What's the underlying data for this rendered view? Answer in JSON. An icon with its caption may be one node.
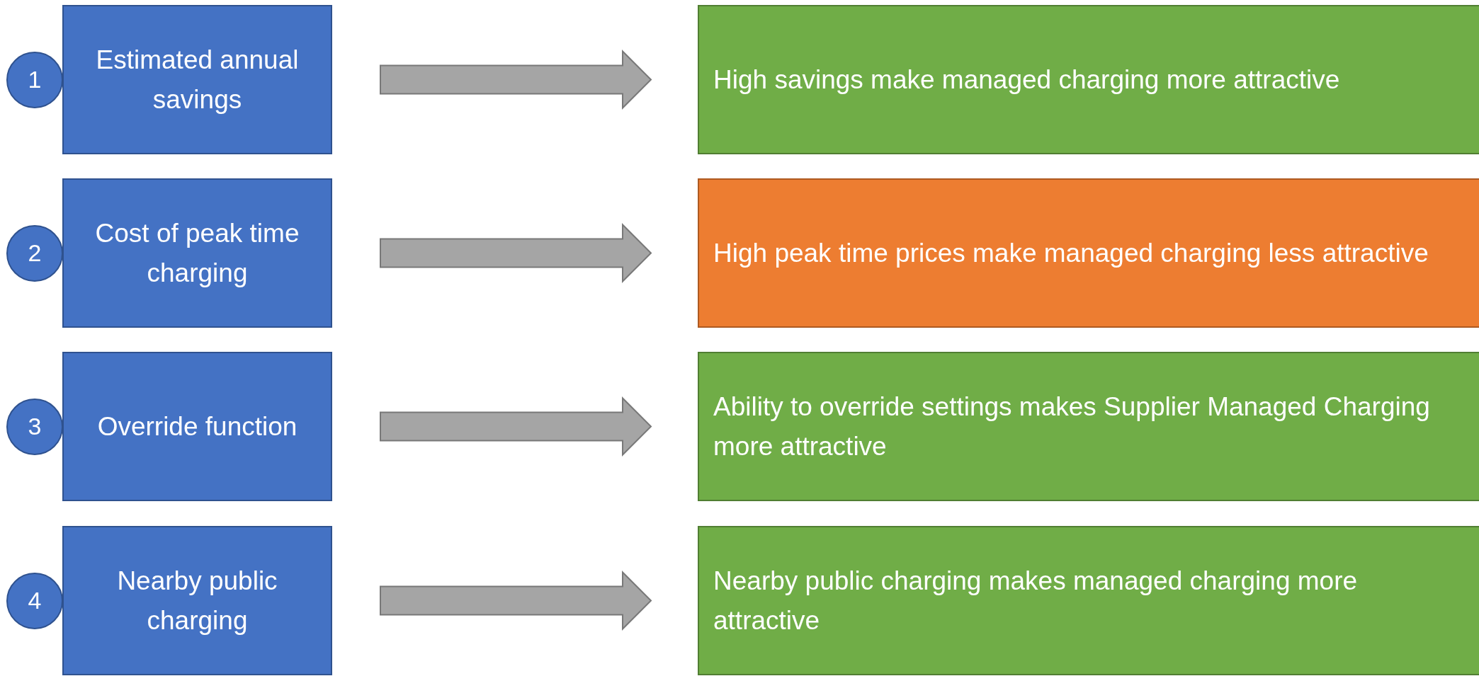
{
  "diagram": {
    "nodes": [
      {
        "text": [
          "1"
        ]
      },
      {
        "text": [
          "Estimated annual savings"
        ]
      },
      {
        "text": [
          "High savings make managed charging more attractive"
        ]
      },
      {
        "text": [
          "2"
        ]
      },
      {
        "text": [
          "Cost of peak time charging"
        ]
      },
      {
        "text": [
          "High peak time prices make managed charging less attractive"
        ]
      },
      {
        "text": [
          "3"
        ]
      },
      {
        "text": [
          "Override function"
        ]
      },
      {
        "text": [
          "Ability to override settings makes Supplier Managed Charging more attractive"
        ]
      },
      {
        "text": [
          "4"
        ]
      },
      {
        "text": [
          "Nearby public charging"
        ]
      },
      {
        "text": [
          "Nearby public charging makes managed charging more attractive"
        ]
      }
    ],
    "edges": [
      {
        "from": 1,
        "to": 2,
        "arrow": "to"
      },
      {
        "from": 4,
        "to": 5,
        "arrow": "to"
      },
      {
        "from": 7,
        "to": 8,
        "arrow": "to"
      },
      {
        "from": 10,
        "to": 11,
        "arrow": "to"
      }
    ]
  }
}
